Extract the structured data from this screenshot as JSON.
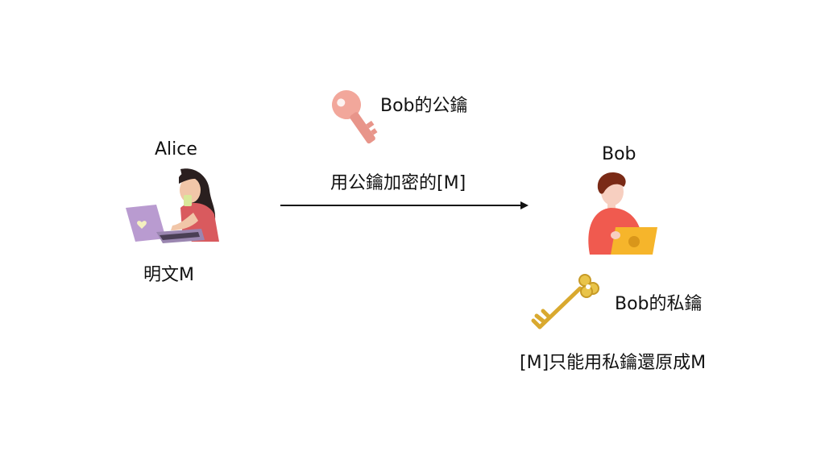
{
  "alice": {
    "name": "Alice",
    "plaintext_label": "明文M"
  },
  "bob": {
    "name": "Bob"
  },
  "keys": {
    "public_key_label": "Bob的公鑰",
    "private_key_label": "Bob的私鑰"
  },
  "transmission": {
    "label": "用公鑰加密的[M]"
  },
  "decryption": {
    "caption": "[M]只能用私鑰還原成M"
  },
  "colors": {
    "public_key": "#f2a79b",
    "private_key": "#e9c44a",
    "bob_shirt": "#f05a4f",
    "bob_laptop": "#f6b52b",
    "alice_shirt": "#d95a5e",
    "alice_laptop": "#b99bd0"
  }
}
